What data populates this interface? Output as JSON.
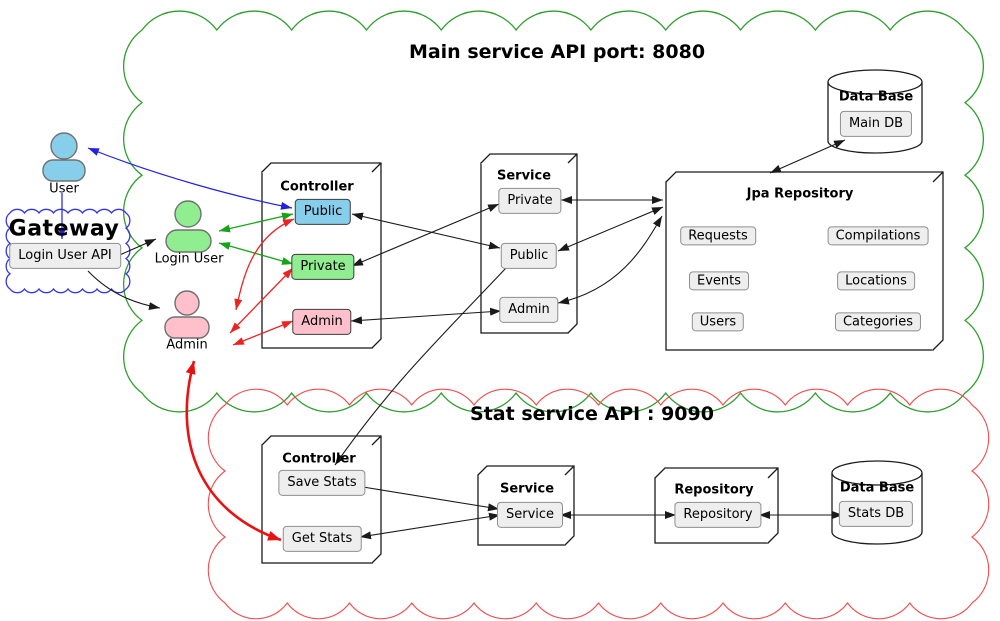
{
  "clouds": {
    "main": {
      "title": "Main service API port: 8080"
    },
    "stat": {
      "title": "Stat service API : 9090"
    },
    "gateway": {
      "title": "Gateway",
      "api": "Login User API"
    }
  },
  "actors": {
    "user": "User",
    "login_user": "Login User",
    "admin": "Admin"
  },
  "main": {
    "controller": {
      "title": "Controller",
      "public": "Public",
      "private": "Private",
      "admin": "Admin"
    },
    "service": {
      "title": "Service",
      "private": "Private",
      "public": "Public",
      "admin": "Admin"
    },
    "jpa": {
      "title": "Jpa Repository",
      "items": [
        "Requests",
        "Compilations",
        "Events",
        "Locations",
        "Users",
        "Categories"
      ]
    },
    "db": {
      "title": "Data Base",
      "name": "Main DB"
    }
  },
  "stat": {
    "controller": {
      "title": "Controller",
      "save": "Save Stats",
      "get": "Get Stats"
    },
    "service": {
      "title": "Service",
      "name": "Service"
    },
    "repository": {
      "title": "Repository",
      "name": "Repository"
    },
    "db": {
      "title": "Data Base",
      "name": "Stats DB"
    }
  },
  "colors": {
    "cloud_green": "#2e9e2e",
    "cloud_red": "#f24c4c",
    "cloud_blue": "#3535e8",
    "arrow_black": "#1a1a1a",
    "arrow_blue": "#2222e0",
    "arrow_green": "#17a317",
    "arrow_red": "#ee2222",
    "endpoint_public": "#87ceeb",
    "endpoint_private": "#90ee90",
    "endpoint_admin": "#ffc0cb",
    "box_gray": "#eeeeee"
  }
}
